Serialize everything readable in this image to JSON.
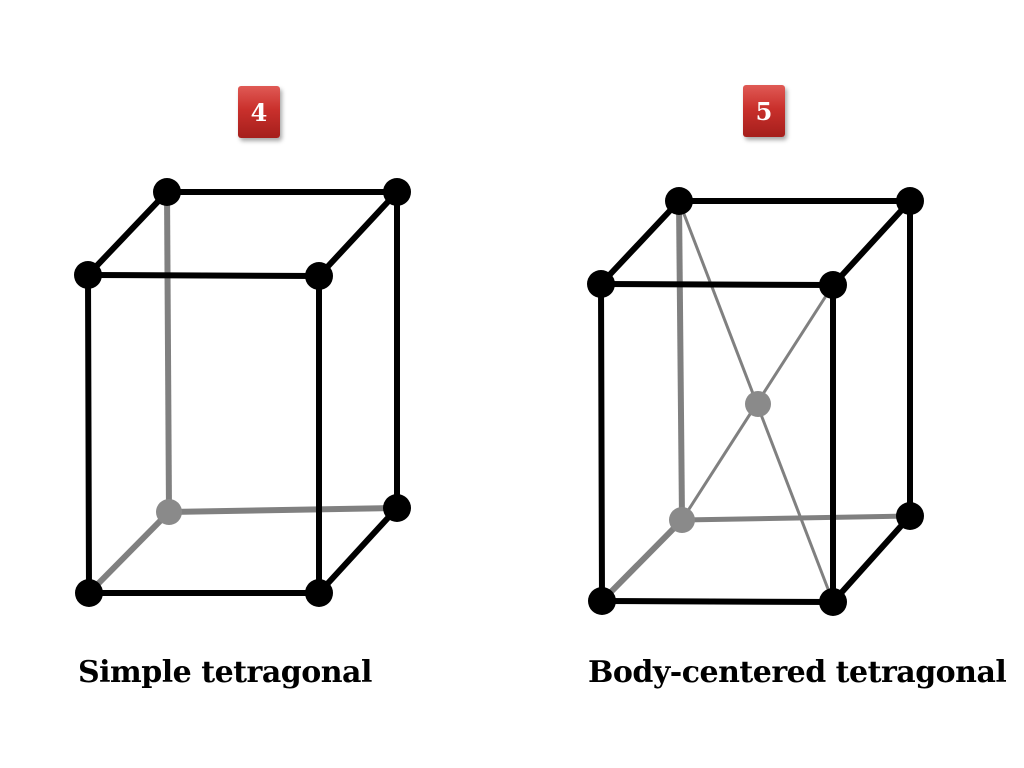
{
  "slide": {
    "diagrams": [
      {
        "number": "4",
        "caption": "Simple tetragonal"
      },
      {
        "number": "5",
        "caption": "Body-centered tetragonal"
      }
    ]
  },
  "colors": {
    "edge_front": "#000000",
    "edge_hidden": "#808080",
    "atom_front": "#000000",
    "atom_hidden": "#8a8a8a",
    "badge": "#c9302c",
    "badge_text": "#ffffff"
  }
}
